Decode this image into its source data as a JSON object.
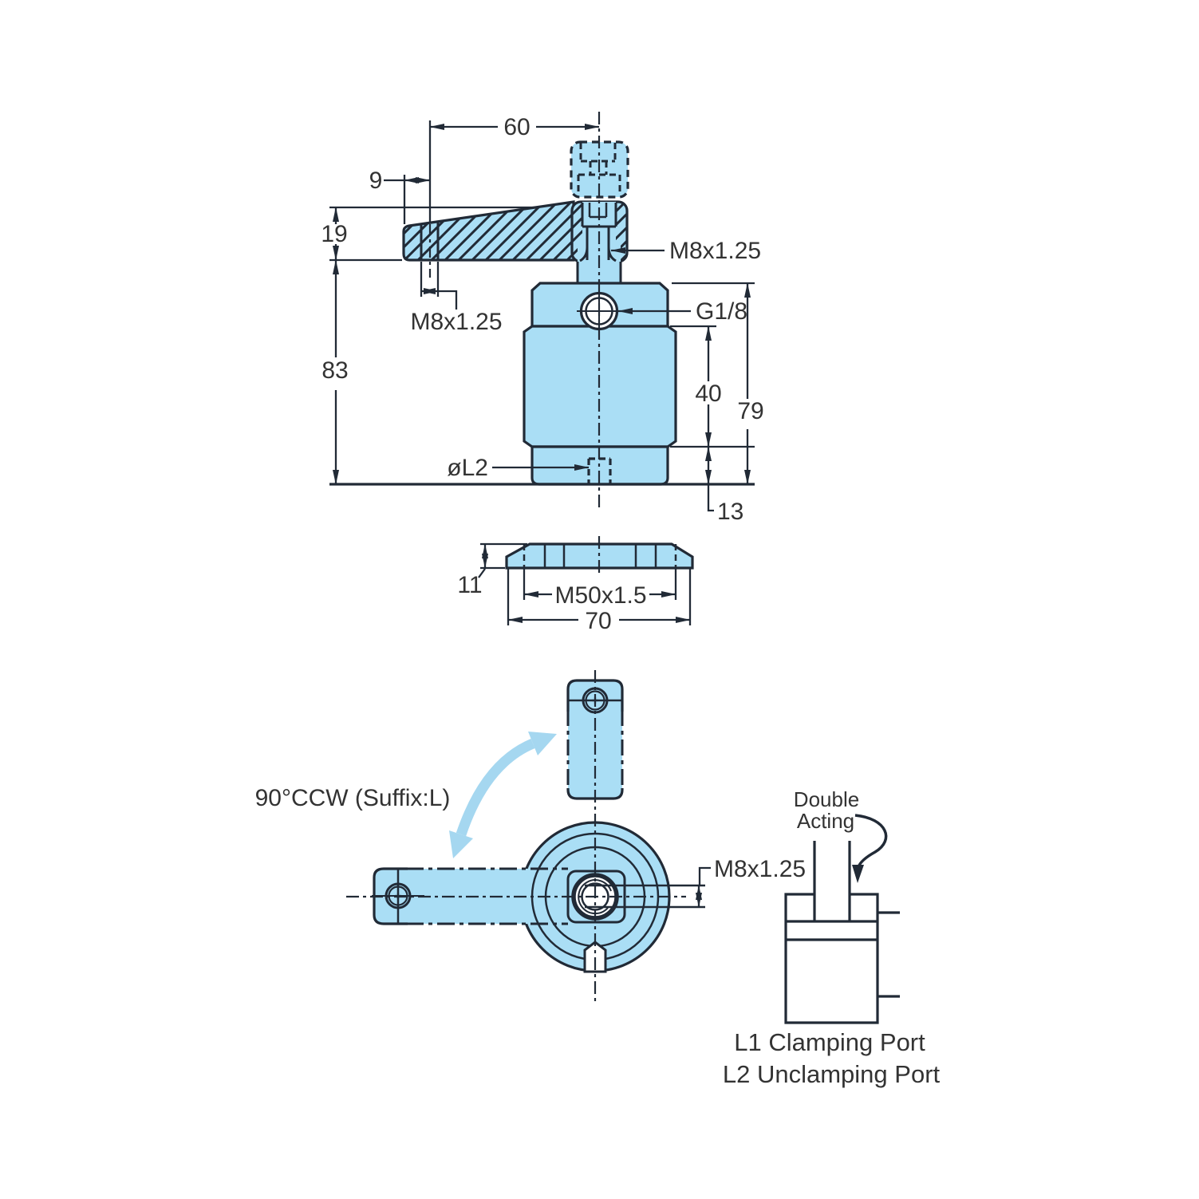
{
  "colors": {
    "part_fill": "#aadef5",
    "line": "#212a36",
    "text": "#333333",
    "arrow_fill": "#a5d7f0",
    "background": "#ffffff"
  },
  "front_view": {
    "dim_width_60": "60",
    "dim_offset_9": "9",
    "dim_arm_thickness_19": "19",
    "dim_height_83": "83",
    "arm_thread": "M8x1.25",
    "rod_thread": "M8x1.25",
    "port_thread": "G1/8",
    "dim_body_40": "40",
    "dim_body_79": "79",
    "dim_bottom_13": "13",
    "bottom_bore": "øL2"
  },
  "nut_view": {
    "dim_thickness_11": "11",
    "thread": "M50x1.5",
    "dim_width_70": "70"
  },
  "top_view": {
    "rotation_note": "90°CCW (Suffix:L)",
    "rod_thread": "M8x1.25"
  },
  "schematic": {
    "caption_line1": "Double",
    "caption_line2": "Acting",
    "port_l1": "L1 Clamping Port",
    "port_l2": "L2 Unclamping Port"
  }
}
